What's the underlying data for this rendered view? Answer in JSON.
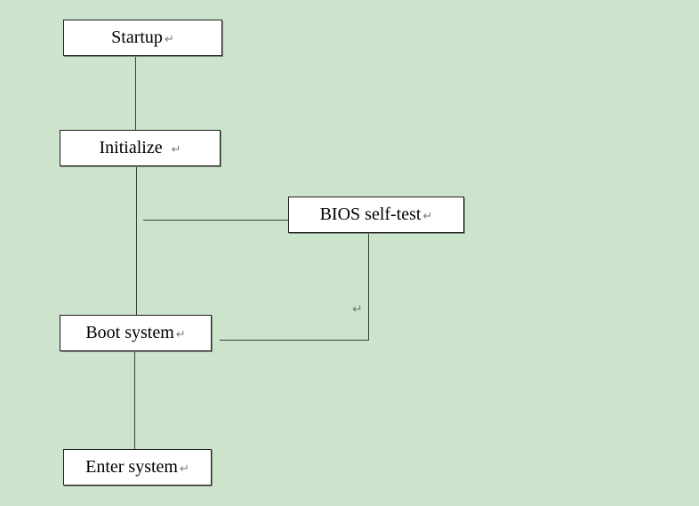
{
  "canvas": {
    "background_color": "#cde4cc",
    "node_fill_color": "#ffffff",
    "node_border_color": "#1e1e1e",
    "node_shadow_color": "#7d8d7d",
    "connector_color": "#3d3d3d",
    "return_mark_color": "#7b7b7b"
  },
  "marks": {
    "return": "↵"
  },
  "nodes": {
    "startup": {
      "label": "Startup"
    },
    "initialize": {
      "label": "Initialize"
    },
    "bios": {
      "label": "BIOS self-test"
    },
    "boot": {
      "label": "Boot system"
    },
    "enter": {
      "label": "Enter system"
    }
  },
  "edges": [
    "Startup -> Initialize",
    "Initialize -> Boot system",
    "Initialize/Boot trunk -> BIOS self-test (branch right)",
    "BIOS self-test -> Boot system (down then left)",
    "Boot system -> Enter system"
  ]
}
